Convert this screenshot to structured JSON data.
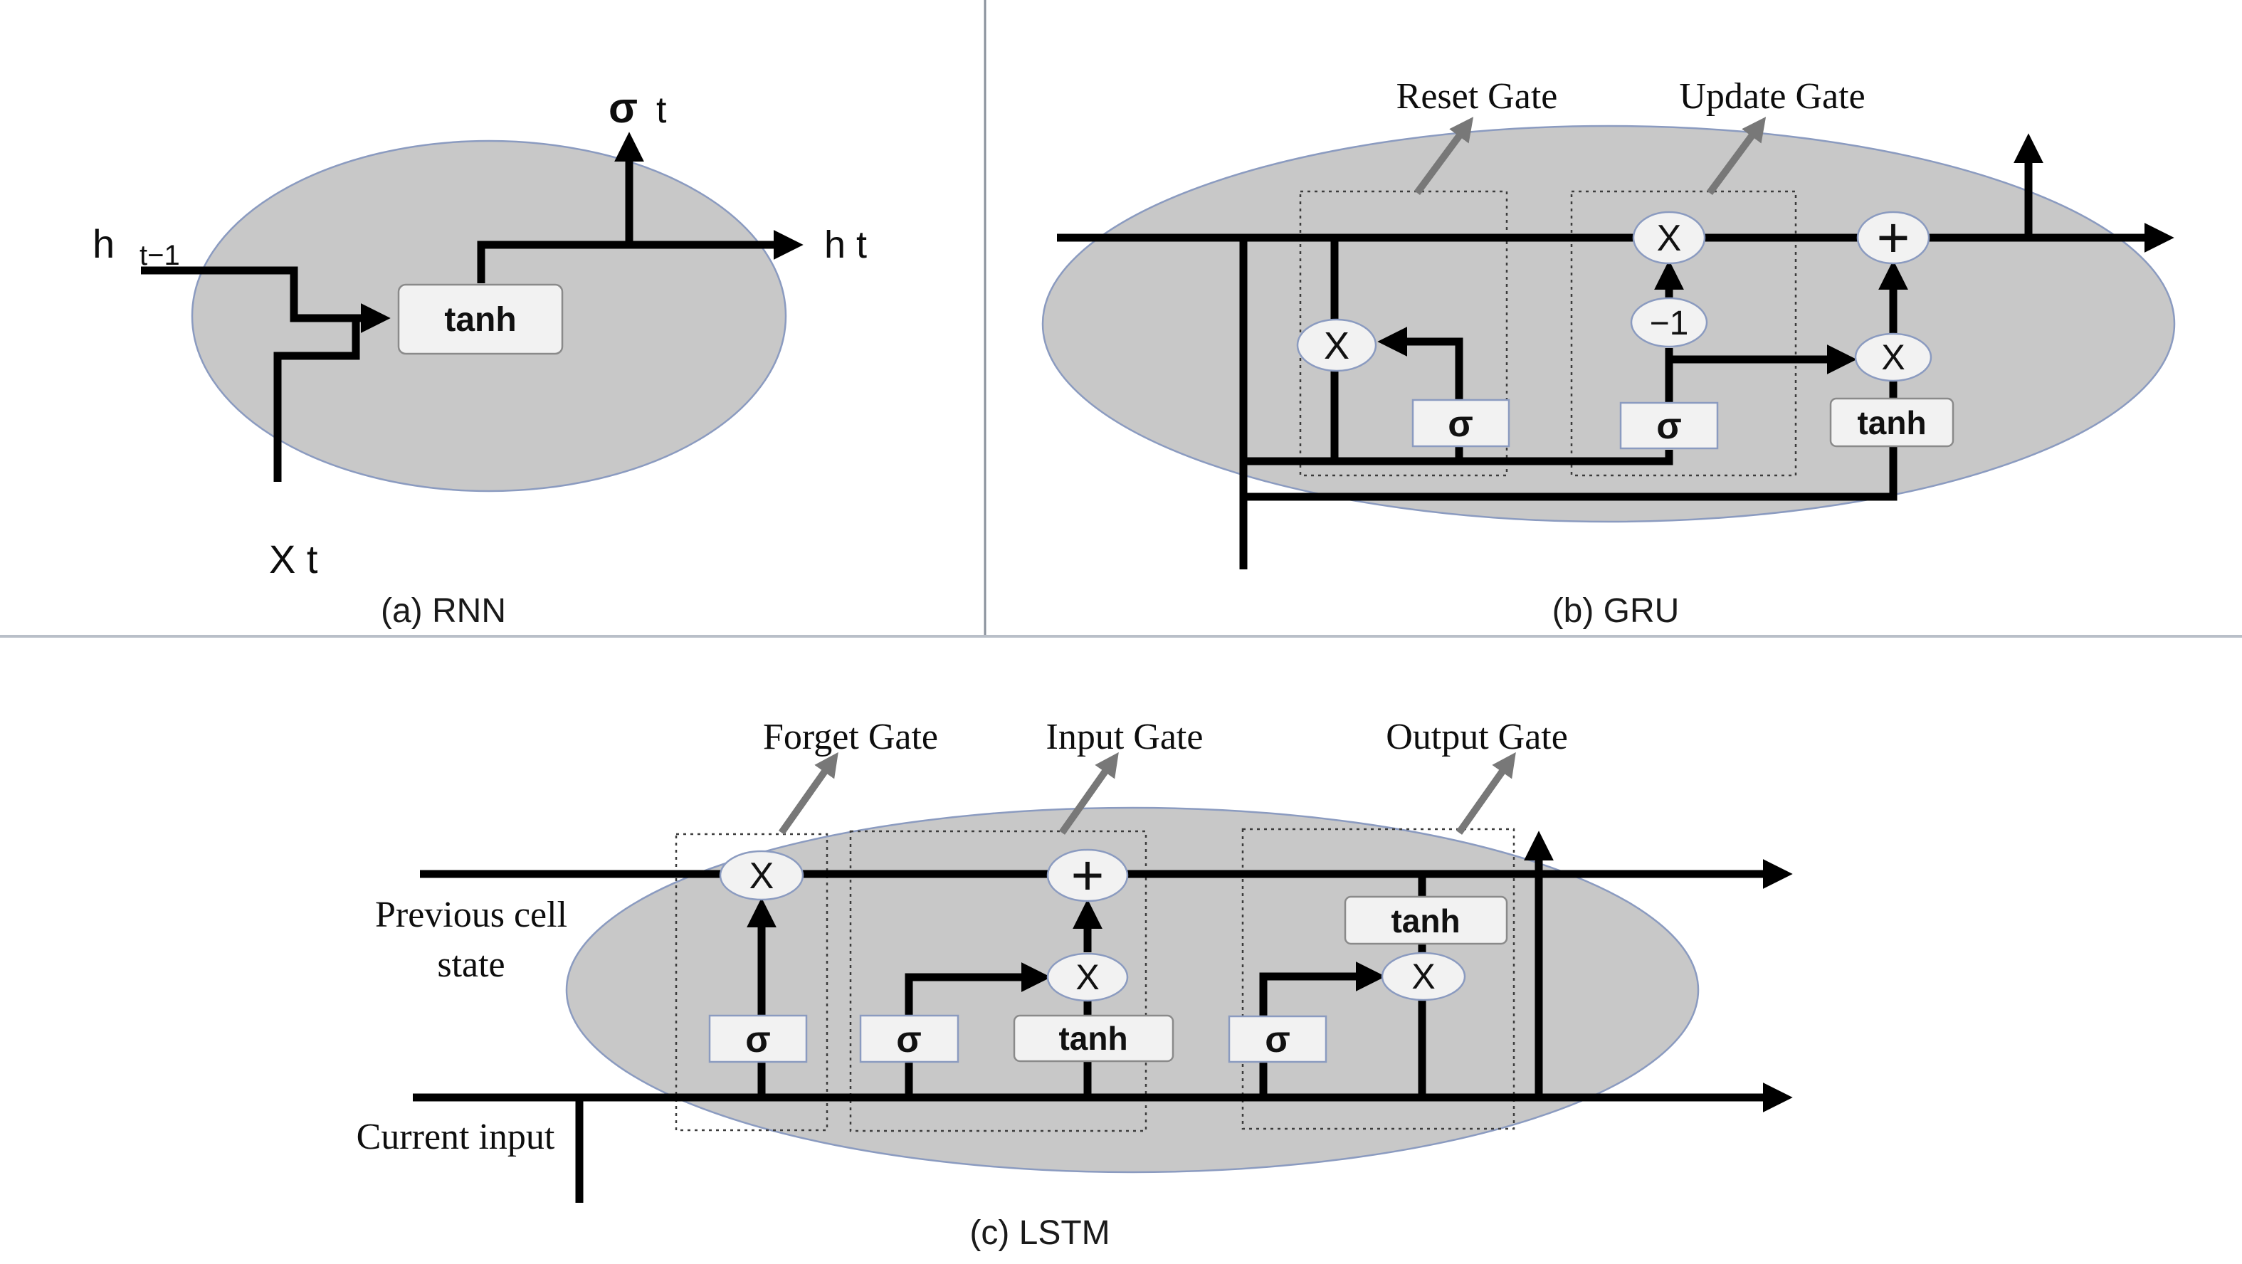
{
  "figure": {
    "type": "neural-network-architecture-comparison",
    "background": "#ffffff"
  },
  "colors": {
    "ellipse_fill": "#c8c8c8",
    "ellipse_stroke": "#8b9bc0",
    "node_fill": "#f2f2f2",
    "node_stroke": "#8b9bc0",
    "wire": "#000000",
    "dotted_box": "#3c3c3c",
    "label_arrow": "#787878",
    "divider_vertical": "#8a919c",
    "divider_horizontal": "#b9bfc8"
  },
  "panels": {
    "rnn": {
      "caption": "(a) RNN",
      "hidden_input_label": "h",
      "hidden_input_sub": "t−1",
      "current_input_label": "X t",
      "state_output_sigma": "σ",
      "state_output_sub": "t",
      "hidden_output_label": "h t",
      "tanh_label": "tanh"
    },
    "gru": {
      "caption": "(b) GRU",
      "reset_gate_label": "Reset Gate",
      "update_gate_label": "Update Gate",
      "reset_mult_label": "X",
      "state_mult_label": "X",
      "add_label": "+",
      "minus_one_label": "−1",
      "candidate_mult_label": "X",
      "reset_sigma_label": "σ",
      "update_sigma_label": "σ",
      "tanh_label": "tanh"
    },
    "lstm": {
      "caption": "(c) LSTM",
      "forget_gate_label": "Forget Gate",
      "input_gate_label": "Input Gate",
      "output_gate_label": "Output Gate",
      "prev_cell_label_line1": "Previous cell",
      "prev_cell_label_line2": "state",
      "current_input_label": "Current input",
      "forget_mult_label": "X",
      "add_label": "+",
      "input_mult_label": "X",
      "output_mult_label": "X",
      "forget_sigma_label": "σ",
      "input_sigma_label": "σ",
      "output_sigma_label": "σ",
      "input_tanh_label": "tanh",
      "output_tanh_label": "tanh"
    }
  }
}
